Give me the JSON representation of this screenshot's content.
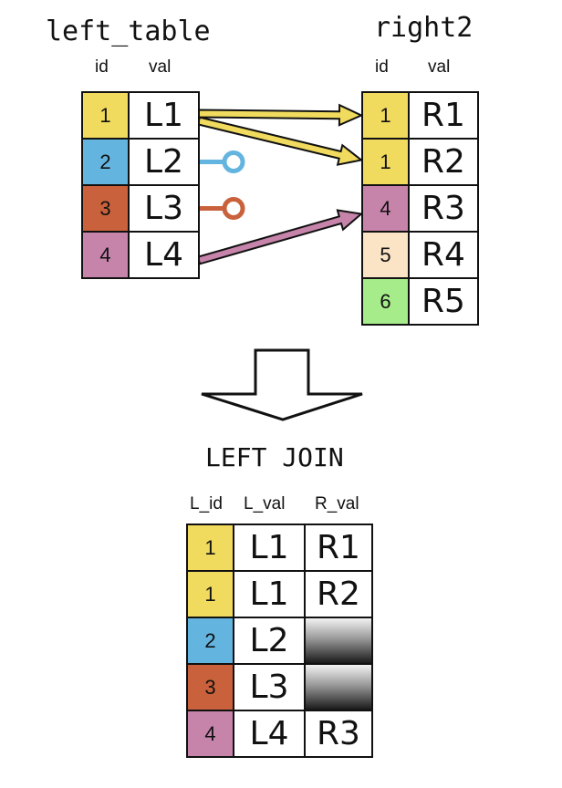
{
  "left_table": {
    "title": "left_table",
    "headers": [
      "id",
      "val"
    ],
    "rows": [
      {
        "id": "1",
        "val": "L1",
        "color": "#f0db5e"
      },
      {
        "id": "2",
        "val": "L2",
        "color": "#64b4e0"
      },
      {
        "id": "3",
        "val": "L3",
        "color": "#c9623c"
      },
      {
        "id": "4",
        "val": "L4",
        "color": "#c784ab"
      }
    ]
  },
  "right_table": {
    "title": "right2",
    "headers": [
      "id",
      "val"
    ],
    "rows": [
      {
        "id": "1",
        "val": "R1",
        "color": "#f0db5e"
      },
      {
        "id": "1",
        "val": "R2",
        "color": "#f0db5e"
      },
      {
        "id": "4",
        "val": "R3",
        "color": "#c784ab"
      },
      {
        "id": "5",
        "val": "R4",
        "color": "#fbe3c6"
      },
      {
        "id": "6",
        "val": "R5",
        "color": "#a6ec8a"
      }
    ]
  },
  "operation_label": "LEFT JOIN",
  "result_table": {
    "headers": [
      "L_id",
      "L_val",
      "R_val"
    ],
    "rows": [
      {
        "id": "1",
        "lval": "L1",
        "rval": "R1",
        "color": "#f0db5e",
        "missing": false
      },
      {
        "id": "1",
        "lval": "L1",
        "rval": "R2",
        "color": "#f0db5e",
        "missing": false
      },
      {
        "id": "2",
        "lval": "L2",
        "rval": "",
        "color": "#64b4e0",
        "missing": true
      },
      {
        "id": "3",
        "lval": "L3",
        "rval": "",
        "color": "#c9623c",
        "missing": true
      },
      {
        "id": "4",
        "lval": "L4",
        "rval": "R3",
        "color": "#c784ab",
        "missing": false
      }
    ]
  },
  "connectors": [
    {
      "from": "L1",
      "to": "R1",
      "kind": "arrow",
      "color": "#f0db5e"
    },
    {
      "from": "L1",
      "to": "R2",
      "kind": "arrow",
      "color": "#f0db5e"
    },
    {
      "from": "L2",
      "to": null,
      "kind": "no-match",
      "color": "#64b4e0"
    },
    {
      "from": "L3",
      "to": null,
      "kind": "no-match",
      "color": "#c9623c"
    },
    {
      "from": "L4",
      "to": "R3",
      "kind": "arrow",
      "color": "#c784ab"
    }
  ]
}
